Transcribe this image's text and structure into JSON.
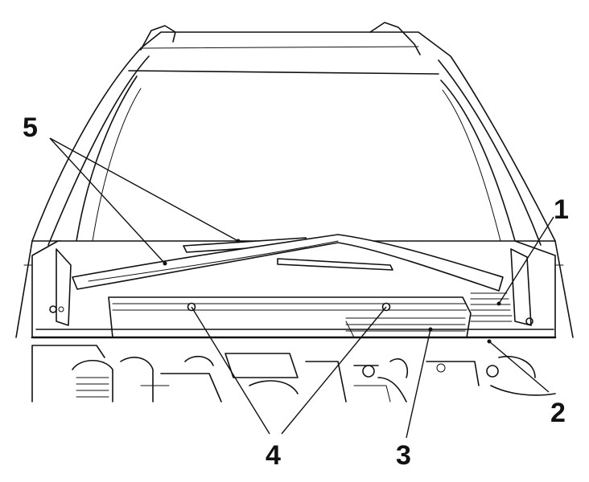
{
  "diagram": {
    "callouts": [
      {
        "id": "1",
        "label": "1"
      },
      {
        "id": "2",
        "label": "2"
      },
      {
        "id": "3",
        "label": "3"
      },
      {
        "id": "4",
        "label": "4"
      },
      {
        "id": "5",
        "label": "5"
      }
    ]
  },
  "colors": {
    "ink": "#111111",
    "background": "#ffffff"
  }
}
